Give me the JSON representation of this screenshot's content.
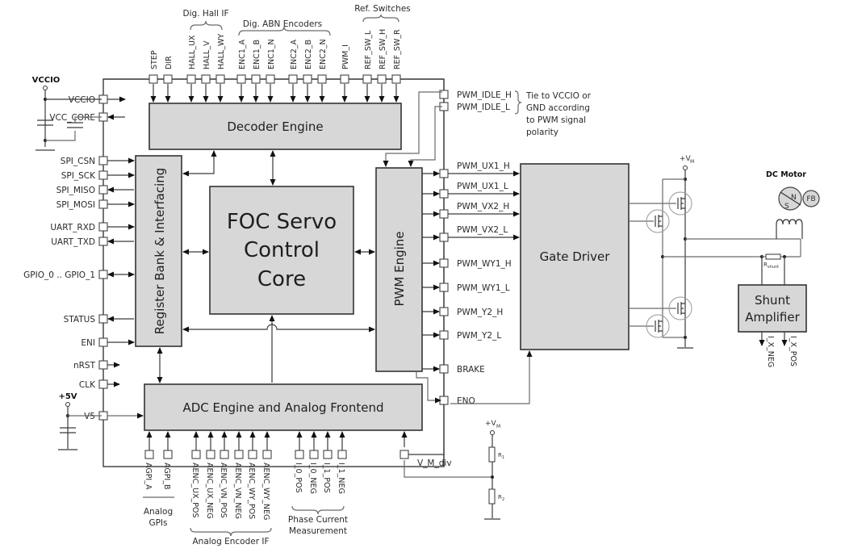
{
  "diagram": {
    "blocks": {
      "decoder": "Decoder Engine",
      "register_bank": "Register Bank & Interfacing",
      "foc_core": [
        "FOC Servo",
        "Control",
        "Core"
      ],
      "pwm_engine": "PWM Engine",
      "adc": "ADC Engine and Analog Frontend",
      "gate_driver": "Gate Driver",
      "shunt_amp": [
        "Shunt",
        "Amplifier"
      ]
    },
    "top_groups": {
      "hall": "Dig. Hall IF",
      "abn": "Dig. ABN Encoders",
      "ref": "Ref. Switches"
    },
    "top_pins": [
      "STEP",
      "DIR",
      "HALL_UX",
      "HALL_V",
      "HALL_WY",
      "ENC1_A",
      "ENC1_B",
      "ENC1_N",
      "ENC2_A",
      "ENC2_B",
      "ENC2_N",
      "PWM_I",
      "REF_SW_L",
      "REF_SW_H",
      "REF_SW_R"
    ],
    "left_pins": [
      "VCCIO",
      "VCC_CORE",
      "SPI_CSN",
      "SPI_SCK",
      "SPI_MISO",
      "SPI_MOSI",
      "UART_RXD",
      "UART_TXD",
      "GPIO_0 .. GPIO_1",
      "STATUS",
      "ENI",
      "nRST",
      "CLK",
      "V5"
    ],
    "supply_labels": {
      "vccio": "VCCIO",
      "v5": "+5V"
    },
    "right_pins": [
      "PWM_IDLE_H",
      "PWM_IDLE_L",
      "PWM_UX1_H",
      "PWM_UX1_L",
      "PWM_VX2_H",
      "PWM_VX2_L",
      "PWM_WY1_H",
      "PWM_WY1_L",
      "PWM_Y2_H",
      "PWM_Y2_L",
      "BRAKE",
      "ENO"
    ],
    "idle_note": [
      "Tie to VCCIO or",
      "GND according",
      "to PWM signal",
      "polarity"
    ],
    "bottom_pins": [
      "AGPI_A",
      "AGPI_B",
      "AENC_UX_POS",
      "AENC_UX_NEG",
      "AENC_VN_POS",
      "AENC_VN_NEG",
      "AENC_WY_POS",
      "AENC_WY_NEG",
      "I_0_POS",
      "I_0_NEG",
      "I_1_POS",
      "I_1_NEG"
    ],
    "bottom_groups": {
      "agpi": [
        "Analog",
        "GPIs"
      ],
      "aenc": "Analog Encoder IF",
      "phase": [
        "Phase Current",
        "Measurement"
      ]
    },
    "vm_div": "V_M_div",
    "vm_supply": "+V",
    "vm_sub": "M",
    "r1": "R",
    "r1_sub": "1",
    "r2": "R",
    "r2_sub": "2",
    "rshunt": "R",
    "rshunt_sub": "shunt",
    "motor": {
      "title": "DC Motor",
      "n": "N",
      "s": "S",
      "fb": "FB"
    },
    "shunt_outputs": [
      "I_X_NEG",
      "I_X_POS"
    ]
  }
}
